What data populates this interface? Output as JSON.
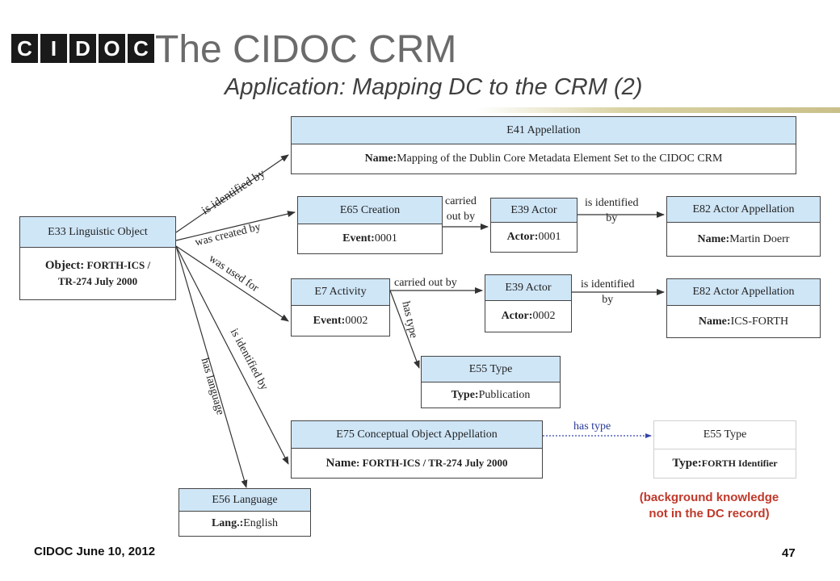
{
  "logo": {
    "letters": [
      "C",
      "I",
      "D",
      "O",
      "C"
    ]
  },
  "header": {
    "title": "The CIDOC CRM",
    "subtitle": "Application: Mapping DC to the CRM (2)"
  },
  "nodes": {
    "e41": {
      "class": "E41 Appellation",
      "key": "Name:",
      "value": " Mapping of the Dublin Core Metadata Element Set to the CIDOC CRM"
    },
    "e33": {
      "class": "E33 Linguistic Object",
      "key": "Object:",
      "value_line1": " FORTH-ICS /",
      "value_line2": "TR-274 July 2000"
    },
    "e65": {
      "class": "E65 Creation",
      "key": "Event:",
      "value": " 0001"
    },
    "e39a": {
      "class": "E39 Actor",
      "key": "Actor:",
      "value": "0001"
    },
    "e82a": {
      "class": "E82 Actor Appellation",
      "key": "Name:",
      "value": " Martin Doerr"
    },
    "e7": {
      "class": "E7 Activity",
      "key": "Event:",
      "value": " 0002"
    },
    "e39b": {
      "class": "E39 Actor",
      "key": "Actor:",
      "value": "0002"
    },
    "e82b": {
      "class": "E82 Actor Appellation",
      "key": "Name:",
      "value": " ICS-FORTH"
    },
    "e55a": {
      "class": "E55 Type",
      "key": "Type:",
      "value": " Publication"
    },
    "e75": {
      "class": "E75 Conceptual Object Appellation",
      "key": "Name",
      "value": ": FORTH-ICS / TR-274 July 2000"
    },
    "e55b": {
      "class": "E55 Type",
      "key": "Type:",
      "value": "FORTH Identifier"
    },
    "e56": {
      "class": "E56 Language",
      "key": "Lang.:",
      "value": " English"
    }
  },
  "edges": {
    "is_identified_by_top": "is identified by",
    "was_created_by": "was created by",
    "was_used_for": "was used for",
    "is_identified_by_mid": "is identified by",
    "has_language": "has language",
    "carried_out_by_a_1": "carried",
    "carried_out_by_a_2": "out by",
    "is_identified_by_a_1": "is identified",
    "is_identified_by_a_2": "by",
    "carried_out_by_b": "carried out by",
    "has_type_b": "has type",
    "is_identified_by_b_1": "is identified",
    "is_identified_by_b_2": "by",
    "has_type_c": "has type"
  },
  "note": {
    "line1": "(background knowledge",
    "line2": "not in the DC record)"
  },
  "footer": {
    "text": "CIDOC June 10, 2012",
    "page": "47"
  },
  "colors": {
    "header_fill": "#cfe6f7",
    "note_red": "#c0392b",
    "title_gray": "#6b6b6b"
  }
}
